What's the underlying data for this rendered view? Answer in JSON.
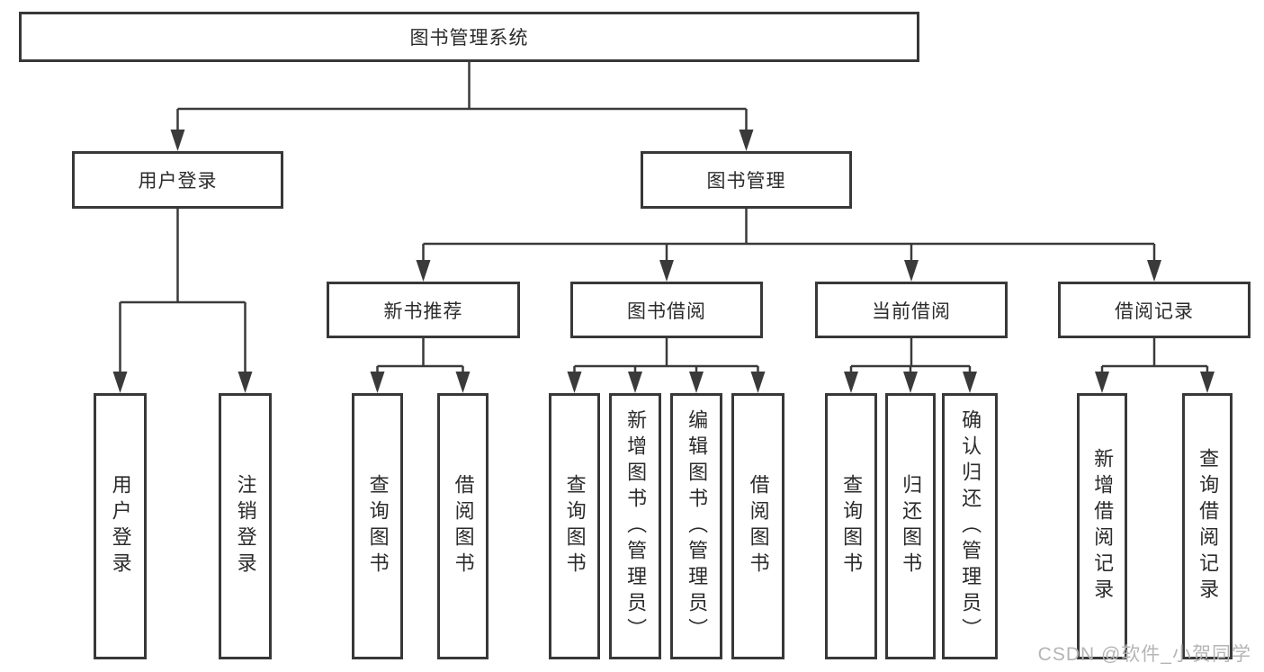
{
  "diagram": {
    "root": {
      "label": "图书管理系统"
    },
    "level2": [
      {
        "id": "user-login",
        "label": "用户登录"
      },
      {
        "id": "book-management",
        "label": "图书管理"
      }
    ],
    "level3": [
      {
        "id": "new-book-recommendation",
        "label": "新书推荐",
        "parent": "book-management"
      },
      {
        "id": "book-borrowing",
        "label": "图书借阅",
        "parent": "book-management"
      },
      {
        "id": "current-borrowing",
        "label": "当前借阅",
        "parent": "book-management"
      },
      {
        "id": "borrowing-records",
        "label": "借阅记录",
        "parent": "book-management"
      }
    ],
    "leaves": [
      {
        "label": "用户登录",
        "parent": "user-login"
      },
      {
        "label": "注销登录",
        "parent": "user-login"
      },
      {
        "label": "查询图书",
        "parent": "new-book-recommendation"
      },
      {
        "label": "借阅图书",
        "parent": "new-book-recommendation"
      },
      {
        "label": "查询图书",
        "parent": "book-borrowing"
      },
      {
        "label": "新增图书（管理员）",
        "parent": "book-borrowing"
      },
      {
        "label": "编辑图书（管理员）",
        "parent": "book-borrowing"
      },
      {
        "label": "借阅图书",
        "parent": "book-borrowing"
      },
      {
        "label": "查询图书",
        "parent": "current-borrowing"
      },
      {
        "label": "归还图书",
        "parent": "current-borrowing"
      },
      {
        "label": "确认归还（管理员）",
        "parent": "current-borrowing"
      },
      {
        "label": "新增借阅记录",
        "parent": "borrowing-records"
      },
      {
        "label": "查询借阅记录",
        "parent": "borrowing-records"
      }
    ],
    "watermark": "CSDN @软件_小贺同学",
    "colors": {
      "line": "#3a3a3a",
      "border": "#383838",
      "text": "#2b2b2b",
      "watermark": "#b5b5b5"
    }
  }
}
